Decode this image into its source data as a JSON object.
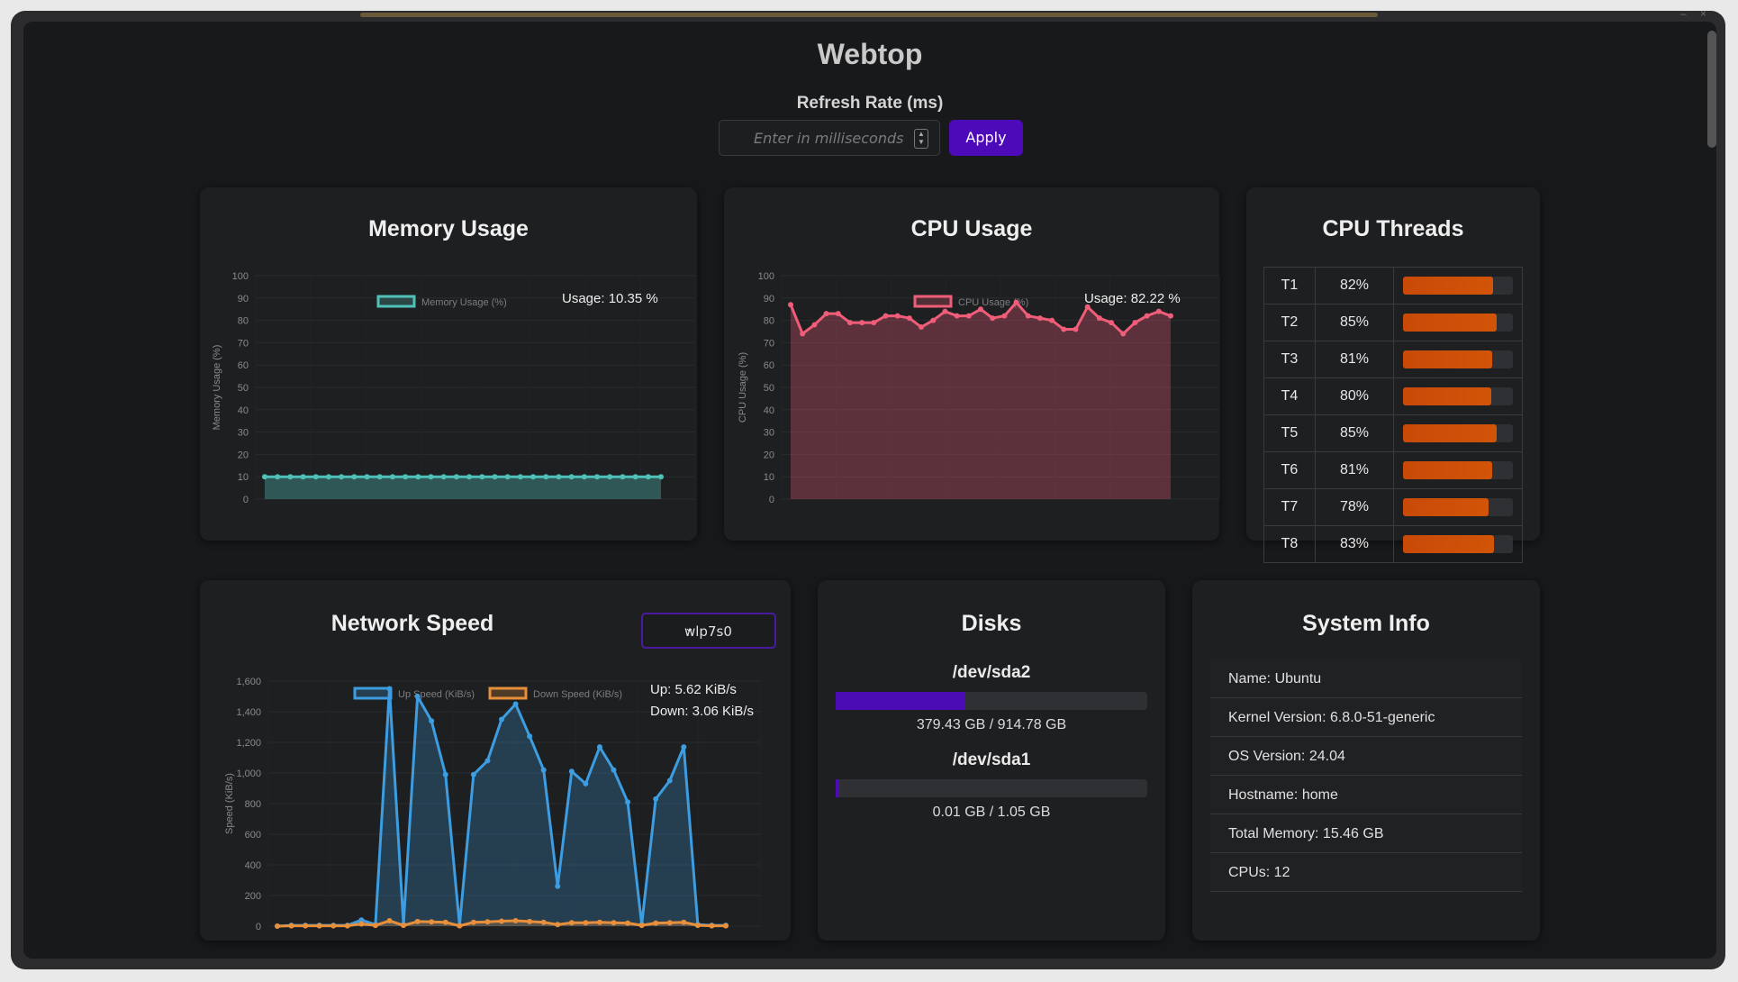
{
  "app": {
    "title": "Webtop"
  },
  "refresh": {
    "label": "Refresh Rate (ms)",
    "placeholder": "Enter in milliseconds",
    "apply_label": "Apply"
  },
  "memory": {
    "title": "Memory Usage",
    "usage_text": "Usage: 10.35 %",
    "chart_data": {
      "type": "line",
      "legend": [
        "Memory Usage (%)"
      ],
      "ylabel": "Memory Usage (%)",
      "ylim": [
        0,
        100
      ],
      "yticks": [
        "0",
        "10",
        "20",
        "30",
        "40",
        "50",
        "60",
        "70",
        "80",
        "90",
        "100"
      ],
      "series": [
        {
          "name": "Memory Usage (%)",
          "color": "#4fc1b8",
          "values": [
            10,
            10,
            10,
            10,
            10,
            10,
            10,
            10,
            10,
            10,
            10,
            10,
            10,
            10,
            10,
            10,
            10,
            10,
            10,
            10,
            10,
            10,
            10,
            10,
            10,
            10,
            10,
            10,
            10,
            10,
            10,
            10
          ]
        }
      ]
    }
  },
  "cpu": {
    "title": "CPU Usage",
    "usage_text": "Usage: 82.22 %",
    "chart_data": {
      "type": "line",
      "legend": [
        "CPU Usage (%)"
      ],
      "ylabel": "CPU Usage (%)",
      "ylim": [
        0,
        100
      ],
      "yticks": [
        "0",
        "10",
        "20",
        "30",
        "40",
        "50",
        "60",
        "70",
        "80",
        "90",
        "100"
      ],
      "series": [
        {
          "name": "CPU Usage (%)",
          "color": "#ef5d78",
          "values": [
            87,
            74,
            78,
            83,
            83,
            79,
            79,
            79,
            82,
            82,
            81,
            77,
            80,
            84,
            82,
            82,
            85,
            81,
            82,
            88,
            82,
            81,
            80,
            76,
            76,
            86,
            81,
            79,
            74,
            79,
            82,
            84,
            82
          ]
        }
      ]
    }
  },
  "threads": {
    "title": "CPU Threads",
    "rows": [
      {
        "id": "T1",
        "pct": "82%",
        "value": 82
      },
      {
        "id": "T2",
        "pct": "85%",
        "value": 85
      },
      {
        "id": "T3",
        "pct": "81%",
        "value": 81
      },
      {
        "id": "T4",
        "pct": "80%",
        "value": 80
      },
      {
        "id": "T5",
        "pct": "85%",
        "value": 85
      },
      {
        "id": "T6",
        "pct": "81%",
        "value": 81
      },
      {
        "id": "T7",
        "pct": "78%",
        "value": 78
      },
      {
        "id": "T8",
        "pct": "83%",
        "value": 83
      }
    ]
  },
  "network": {
    "title": "Network Speed",
    "interface": "wlp7s0",
    "up_text": "Up: 5.62 KiB/s",
    "down_text": "Down: 3.06 KiB/s",
    "chart_data": {
      "type": "line",
      "legend": [
        "Up Speed (KiB/s)",
        "Down Speed (KiB/s)"
      ],
      "ylabel": "Speed (KiB/s)",
      "ylim": [
        0,
        1600
      ],
      "yticks": [
        "0",
        "200",
        "400",
        "600",
        "800",
        "1,000",
        "1,200",
        "1,400",
        "1,600"
      ],
      "series": [
        {
          "name": "Up Speed (KiB/s)",
          "color": "#3d9de0",
          "values": [
            0,
            5,
            5,
            5,
            5,
            5,
            40,
            10,
            1550,
            10,
            1500,
            1340,
            990,
            5,
            990,
            1080,
            1350,
            1450,
            1240,
            1020,
            260,
            1010,
            930,
            1170,
            1020,
            810,
            10,
            830,
            950,
            1170,
            10,
            5,
            5
          ]
        },
        {
          "name": "Down Speed (KiB/s)",
          "color": "#e88f3b",
          "values": [
            0,
            2,
            2,
            2,
            2,
            2,
            15,
            5,
            35,
            5,
            30,
            28,
            25,
            2,
            25,
            28,
            32,
            35,
            30,
            25,
            10,
            22,
            22,
            25,
            22,
            20,
            5,
            20,
            22,
            25,
            5,
            2,
            2
          ]
        }
      ]
    }
  },
  "disks": {
    "title": "Disks",
    "items": [
      {
        "name": "/dev/sda2",
        "size": "379.43 GB / 914.78 GB",
        "used": 379.43,
        "total": 914.78
      },
      {
        "name": "/dev/sda1",
        "size": "0.01 GB / 1.05 GB",
        "used": 0.01,
        "total": 1.05
      }
    ]
  },
  "sysinfo": {
    "title": "System Info",
    "rows": [
      "Name: Ubuntu",
      "Kernel Version: 6.8.0-51-generic",
      "OS Version: 24.04",
      "Hostname: home",
      "Total Memory: 15.46 GB",
      "CPUs: 12"
    ]
  }
}
